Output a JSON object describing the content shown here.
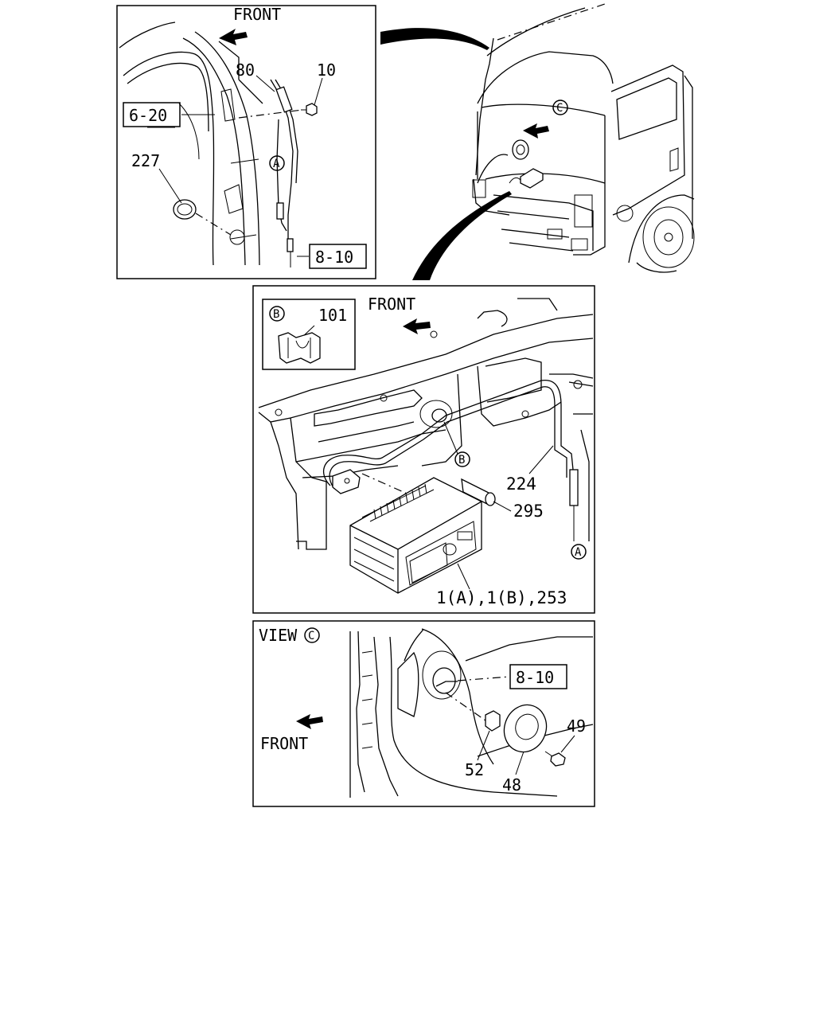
{
  "panel_top": {
    "front_label": "FRONT",
    "callouts": {
      "c80": "80",
      "c10": "10",
      "c6_20": "6-20",
      "c227": "227",
      "c8_10": "8-10",
      "circA": "A"
    }
  },
  "truck_view": {
    "circC": "C"
  },
  "panel_mid": {
    "front_label": "FRONT",
    "inset": {
      "circB": "B",
      "c101": "101"
    },
    "callouts": {
      "circB": "B",
      "c224": "224",
      "c295": "295",
      "circA": "A",
      "c_radio": "1(A),1(B),253"
    }
  },
  "panel_bottom": {
    "view_label": "VIEW",
    "circC": "C",
    "front_label": "FRONT",
    "callouts": {
      "c8_10": "8-10",
      "c49": "49",
      "c52": "52",
      "c48": "48"
    }
  }
}
